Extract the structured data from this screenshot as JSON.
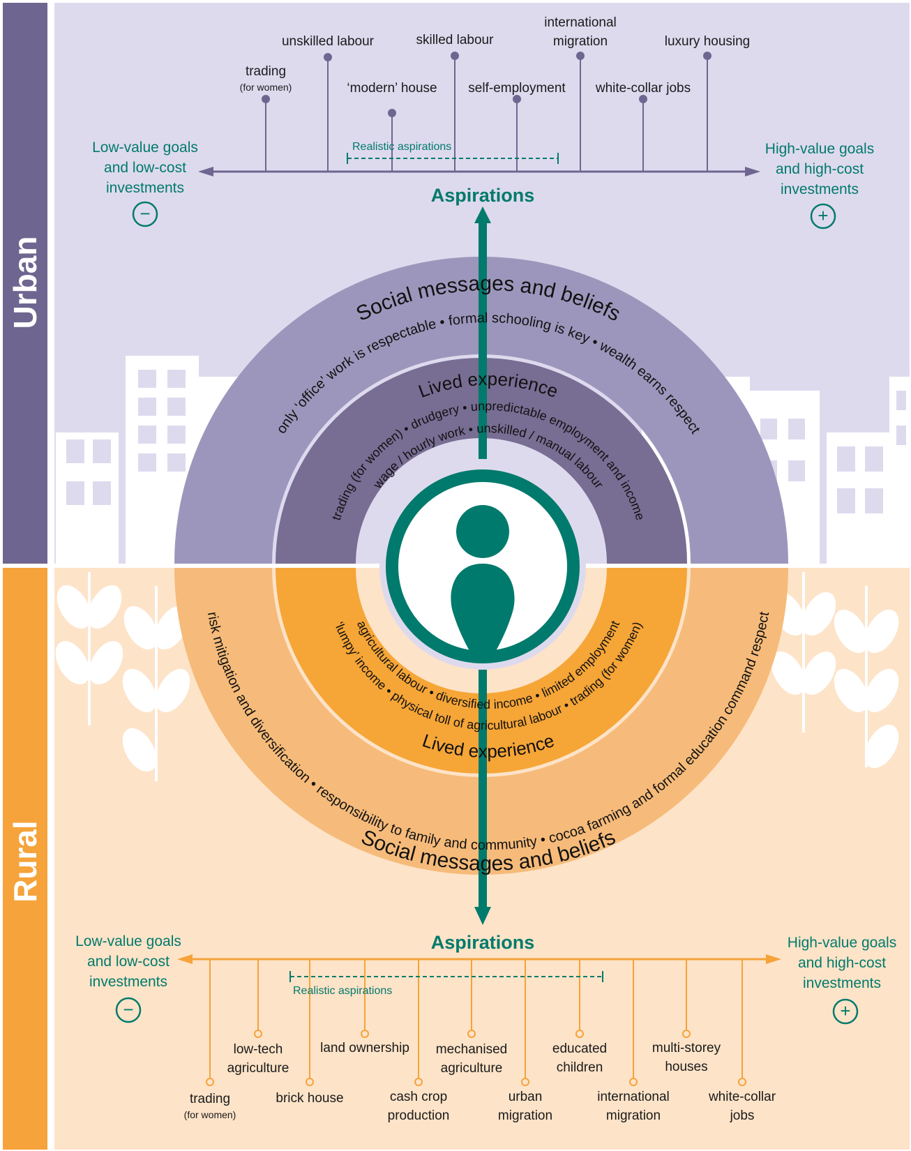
{
  "sections": {
    "urban": "Urban",
    "rural": "Rural"
  },
  "colors": {
    "teal": "#007a6c",
    "urban_band": "#6e6690",
    "urban_bg": "#dedaee",
    "urban_outer_arc": "#9d96bc",
    "urban_inner_arc": "#786d93",
    "rural_band": "#f5a33a",
    "rural_bg": "#fde3c8",
    "rural_outer_arc": "#f6bb7a",
    "rural_inner_arc": "#f6a537"
  },
  "urban": {
    "aspirations_title": "Aspirations",
    "low_goal": [
      "Low-value goals",
      "and low-cost",
      "investments"
    ],
    "high_goal": [
      "High-value goals",
      "and high-cost",
      "investments"
    ],
    "minus_symbol": "−",
    "plus_symbol": "+",
    "realistic_label": "Realistic aspirations",
    "items": [
      {
        "label": [
          "trading"
        ],
        "sub": "(for women)"
      },
      {
        "label": [
          "unskilled labour"
        ]
      },
      {
        "label": [
          "‘modern’ house"
        ]
      },
      {
        "label": [
          "skilled labour"
        ]
      },
      {
        "label": [
          "self-employment"
        ]
      },
      {
        "label": [
          "international",
          "migration"
        ]
      },
      {
        "label": [
          "white-collar jobs"
        ]
      },
      {
        "label": [
          "luxury housing"
        ]
      }
    ],
    "social_title": "Social messages and beliefs",
    "social_text": "only ‘office’ work is respectable • formal schooling is key • wealth earns respect",
    "lived_title": "Lived experience",
    "lived_line1": "trading (for women) • drudgery • unpredictable employment and income",
    "lived_line2": "wage / hourly work • unskilled / manual labour"
  },
  "rural": {
    "aspirations_title": "Aspirations",
    "low_goal": [
      "Low-value goals",
      "and low-cost",
      "investments"
    ],
    "high_goal": [
      "High-value goals",
      "and high-cost",
      "investments"
    ],
    "minus_symbol": "−",
    "plus_symbol": "+",
    "realistic_label": "Realistic aspirations",
    "items": [
      {
        "label": [
          "trading"
        ],
        "sub": "(for women)"
      },
      {
        "label": [
          "low-tech",
          "agriculture"
        ]
      },
      {
        "label": [
          "brick house"
        ]
      },
      {
        "label": [
          "land ownership"
        ]
      },
      {
        "label": [
          "cash crop",
          "production"
        ]
      },
      {
        "label": [
          "mechanised",
          "agriculture"
        ]
      },
      {
        "label": [
          "urban",
          "migration"
        ]
      },
      {
        "label": [
          "educated",
          "children"
        ]
      },
      {
        "label": [
          "international",
          "migration"
        ]
      },
      {
        "label": [
          "multi-storey",
          "houses"
        ]
      },
      {
        "label": [
          "white-collar",
          "jobs"
        ]
      }
    ],
    "social_title": "Social messages and beliefs",
    "social_text": "risk mitigation and diversification • responsibility to family and community • cocoa farming and formal education command respect",
    "lived_title": "Lived experience",
    "lived_line1": "agricultural labour • diversified income • limited employment",
    "lived_line2": "‘lumpy’ income • physical toll of agricultural labour • trading (for women)"
  },
  "person_icon": "person-icon"
}
